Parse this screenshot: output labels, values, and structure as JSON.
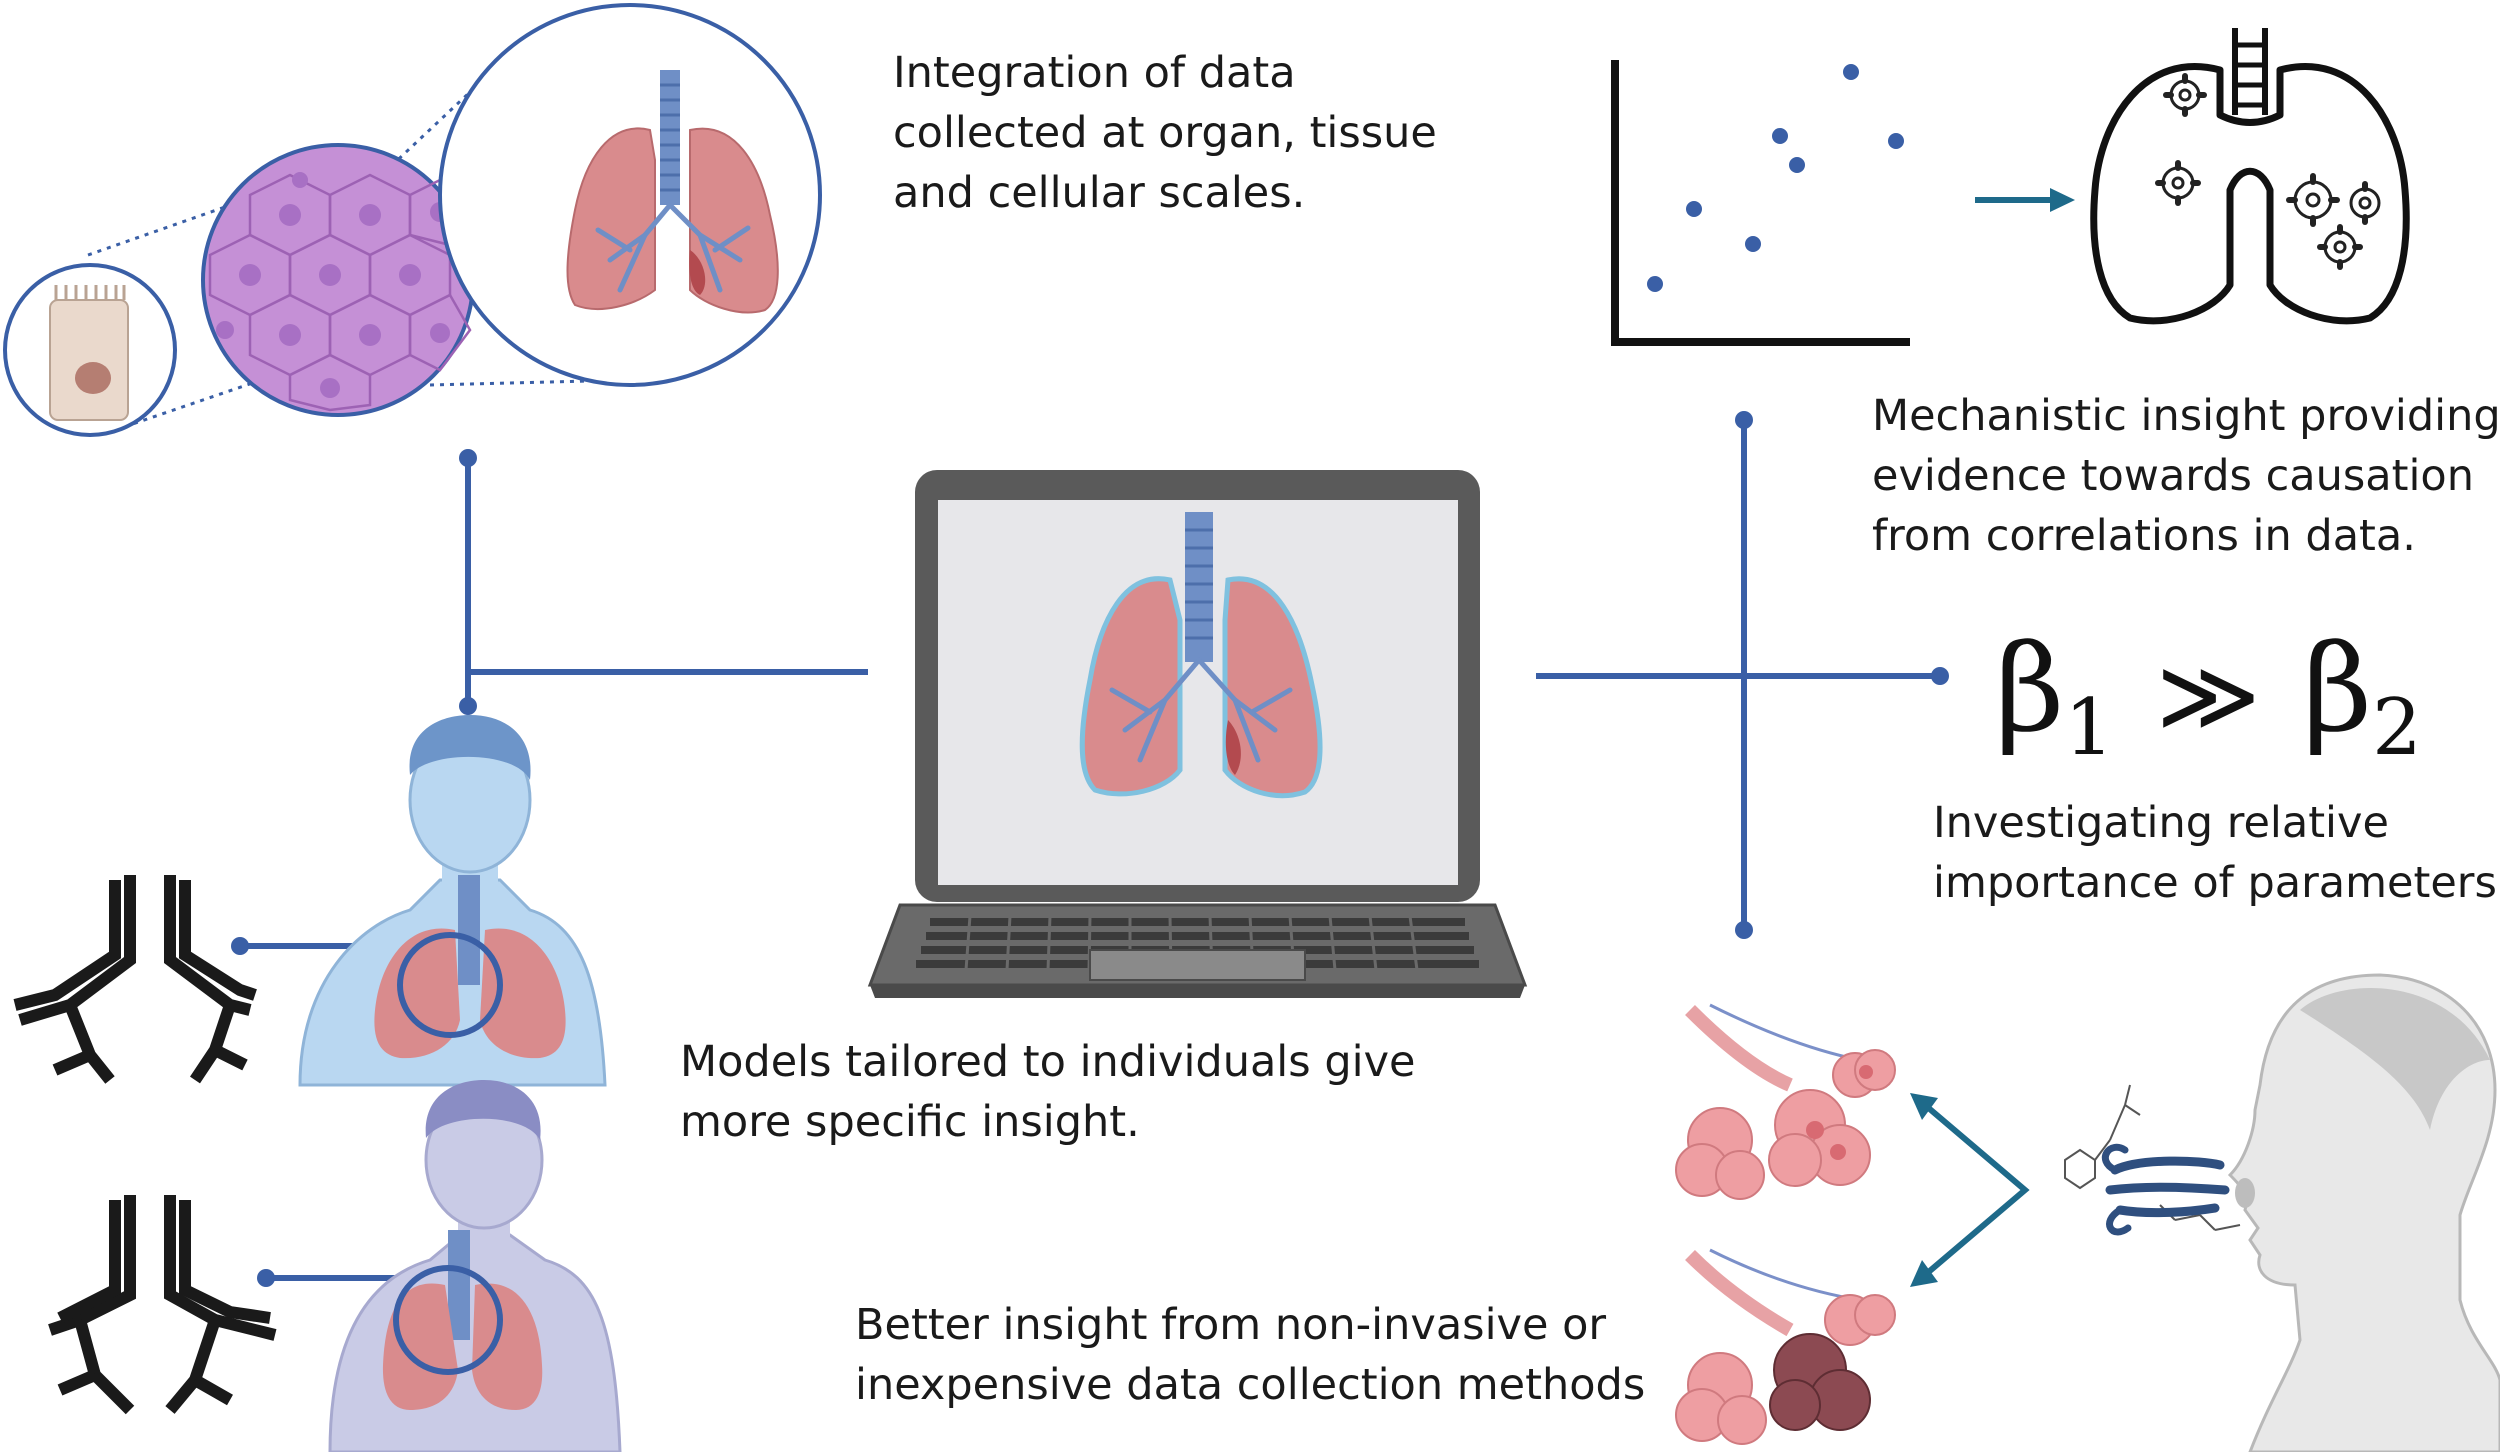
{
  "captions": {
    "integration": [
      "Integration of data",
      "collected at organ, tissue",
      "and cellular scales."
    ],
    "mechanistic": [
      "Mechanistic insight providing",
      "evidence towards causation",
      "from correlations in data."
    ],
    "investigating": [
      "Investigating relative",
      "importance of parameters"
    ],
    "tailored": [
      "Models tailored to individuals give",
      "more specific insight."
    ],
    "better": [
      "Better insight from non-invasive or",
      "inexpensive data collection methods"
    ]
  },
  "equation": {
    "beta": "β",
    "sub1": "1",
    "relation": "≫",
    "sub2": "2"
  },
  "colors": {
    "connector": "#3a5fa6",
    "arrow": "#1e6a8a",
    "lung": "#d98b8d",
    "trachea": "#6f8fc6",
    "cell_tissue": "#c78fd8",
    "laptop_body": "#5a5a5a",
    "screen": "#e7e7ea",
    "human_a": "#b9d7f1",
    "human_b": "#c9cbe6",
    "alveoli": "#ee9ea2"
  },
  "icons": [
    "cell-icon",
    "tissue-icon",
    "organ-lung-icon",
    "scatter-plot-icon",
    "gear-lung-icon",
    "laptop-icon",
    "human-torso-icon",
    "airway-tree-icon",
    "alveoli-icon",
    "breath-icon",
    "molecule-icon"
  ]
}
